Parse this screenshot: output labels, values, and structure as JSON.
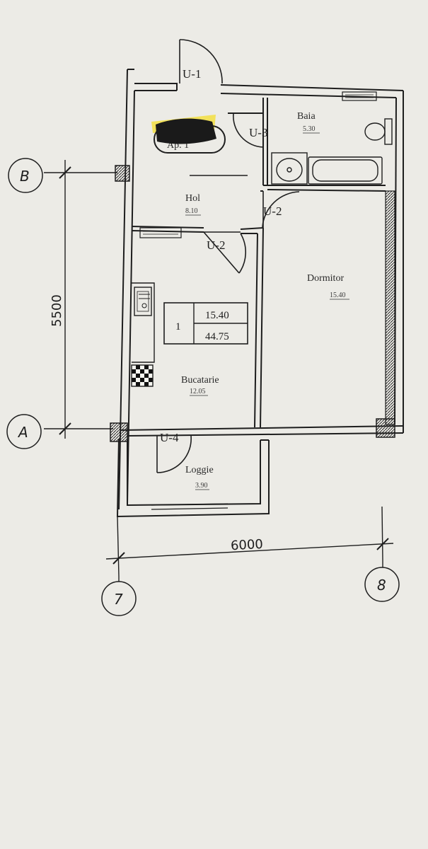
{
  "rooms": {
    "baia": {
      "name": "Baia",
      "area": "5.30"
    },
    "hol": {
      "name": "Hol",
      "area": "8.10"
    },
    "dormitor": {
      "name": "Dormitor",
      "area": "15.40"
    },
    "bucatarie": {
      "name": "Bucatarie",
      "area": "12.05"
    },
    "loggie": {
      "name": "Loggie",
      "area": "3.90"
    }
  },
  "doors": {
    "u1": "U-1",
    "u3": "U-3",
    "u2_bedroom": "U-2",
    "u2_kitchen": "U-2",
    "u4": "U-4"
  },
  "summary_table": {
    "rooms_count": "1",
    "living_area": "15.40",
    "total_area": "44.75"
  },
  "dimensions": {
    "vertical": "5500",
    "horizontal": "6000"
  },
  "axes": {
    "row_b": "B",
    "row_a": "A",
    "col_7": "7",
    "col_8": "8"
  },
  "apartment_label": "Ap. 1",
  "colors": {
    "paper": "#ecebe6",
    "ink": "#1e1e1e",
    "highlight": "#f3e04a",
    "redaction": "#1a1a1a"
  }
}
